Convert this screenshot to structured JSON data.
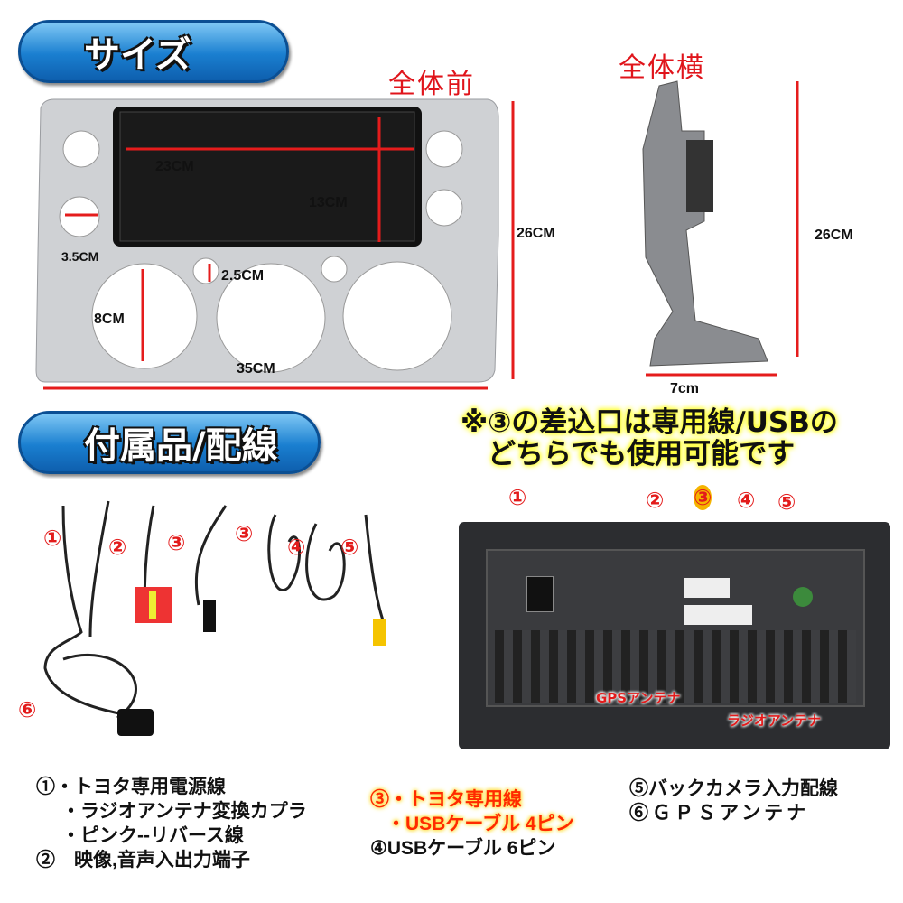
{
  "size_banner": "サイズ",
  "front_title": "全体前",
  "side_title": "全体横",
  "front_dims": {
    "width_screen": "23CM",
    "height_screen": "13CM",
    "vent": "3.5CM",
    "knob": "2.5CM",
    "dial": "8CM",
    "total_width": "35CM",
    "total_height": "26CM"
  },
  "side_dims": {
    "height": "26CM",
    "depth": "7cm"
  },
  "accessories_banner": "付属品/配線",
  "note": {
    "line1": "※③の差込口は専用線/USBの",
    "line2": "どちらでも使用可能です"
  },
  "accessory_labels": [
    "①",
    "②",
    "③",
    "③",
    "④",
    "⑤",
    "⑥"
  ],
  "port_labels": [
    "①",
    "②",
    "③",
    "④",
    "⑤"
  ],
  "antenna_labels": {
    "gps": "GPSアンテナ",
    "radio": "ラジオアンテナ"
  },
  "legend": {
    "col1": [
      "①・トヨタ専用電源線",
      "・ラジオアンテナ変換カプラ",
      "・ピンク--リバース線",
      "②　映像,音声入出力端子"
    ],
    "col2_highlight": [
      "③・トヨタ専用線",
      "・USBケーブル 4ピン"
    ],
    "col2": "④USBケーブル 6ピン",
    "col3": [
      "⑤バックカメラ入力配線",
      "⑥ＧＰＳアンテナ"
    ]
  }
}
